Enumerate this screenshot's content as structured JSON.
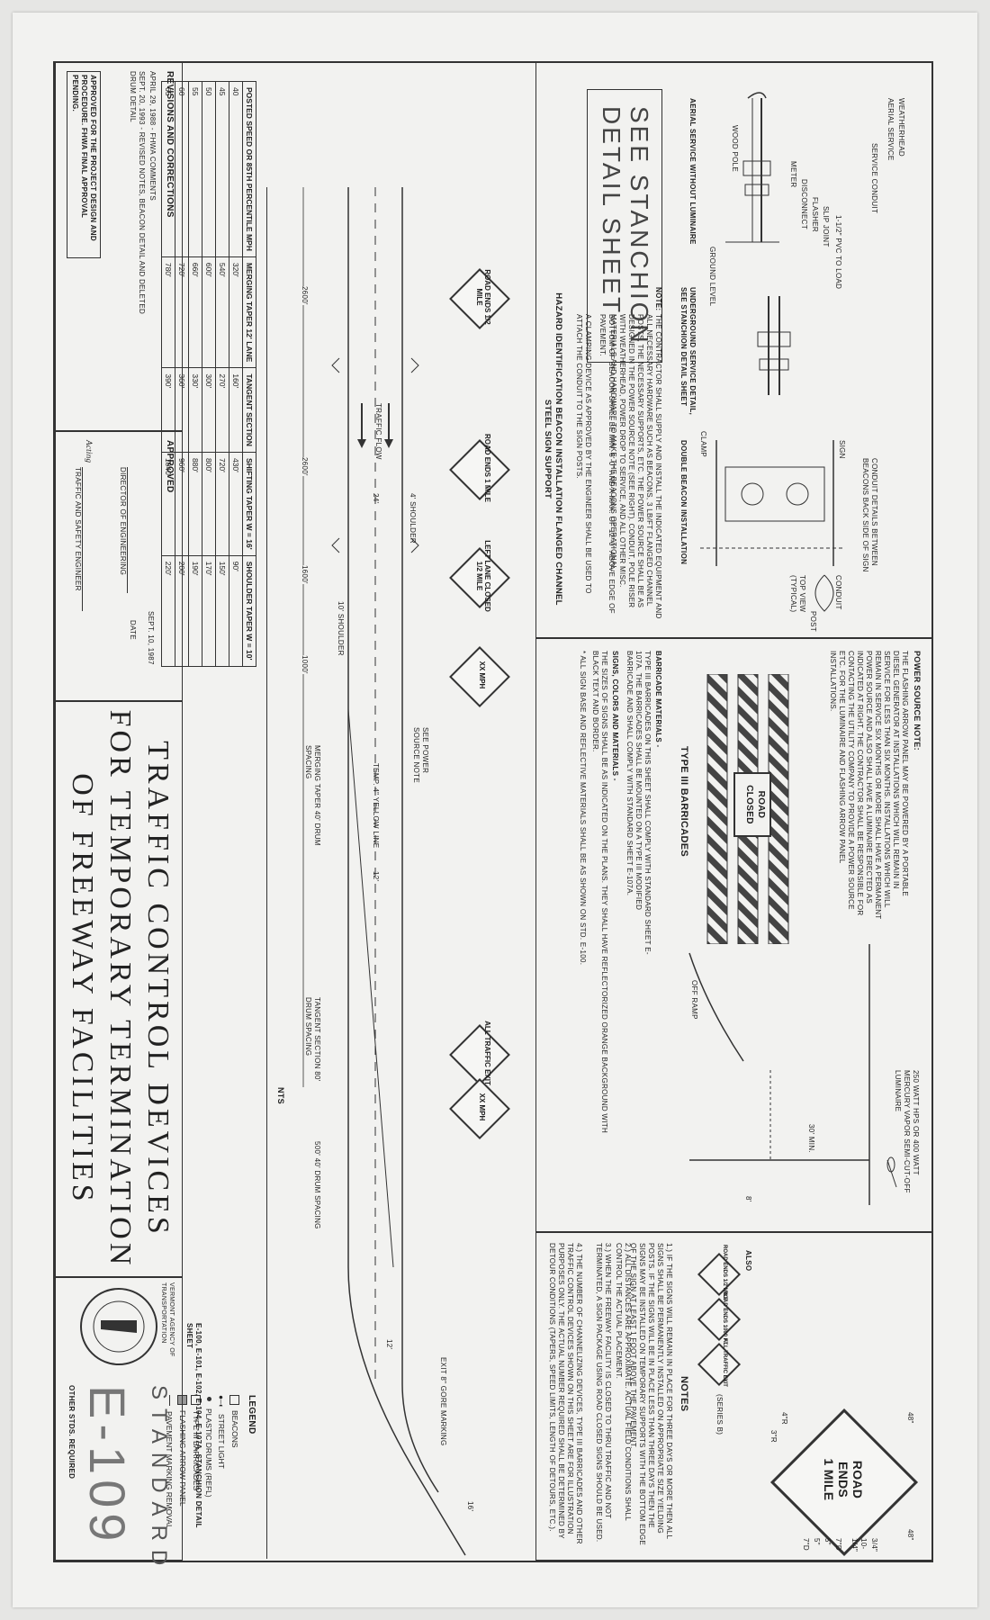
{
  "title": {
    "line1": "TRAFFIC CONTROL DEVICES",
    "line2": "FOR TEMPORARY TERMINATION",
    "line3": "OF FREEWAY FACILITIES"
  },
  "standard": {
    "label": "STANDARD",
    "number": "E-109"
  },
  "agency": {
    "name": "VERMONT AGENCY OF TRANSPORTATION"
  },
  "other_stds": {
    "label": "OTHER STDS. REQUIRED",
    "value": "E-100, E-101, E-102, E-104, E-107A, STANCHION DETAIL SHEET"
  },
  "revisions": {
    "header": "REVISIONS AND CORRECTIONS",
    "items": [
      "APRIL 29, 1988 - FHWA COMMENTS",
      "SEPT. 20, 1993 - REVISED NOTES, BEACON DETAIL AND DELETED DRUM DETAIL"
    ],
    "stamp": "APPROVED FOR THE PROJECT DESIGN AND PROCEDURE. FHWA FINAL APPROVAL PENDING."
  },
  "approval": {
    "header": "APPROVED",
    "date": "SEPT. 10, 1987",
    "date_label": "DATE",
    "sig1": "DIRECTOR OF ENGINEERING",
    "sig2": "TRAFFIC AND SAFETY ENGINEER",
    "acting": "Acting"
  },
  "speed_table": {
    "headers": [
      "POSTED SPEED OR 85TH PERCENTILE MPH",
      "MERGING TAPER 12' LANE",
      "TANGENT SECTION",
      "SHIFTING TAPER W = 16'",
      "SHOULDER TAPER W = 10'"
    ],
    "rows": [
      [
        "40",
        "320'",
        "160'",
        "430'",
        "90'"
      ],
      [
        "45",
        "540'",
        "270'",
        "720'",
        "150'"
      ],
      [
        "50",
        "600'",
        "300'",
        "800'",
        "170'"
      ],
      [
        "55",
        "660'",
        "330'",
        "880'",
        "190'"
      ],
      [
        "60",
        "720'",
        "360'",
        "960'",
        "200'"
      ],
      [
        "65",
        "780'",
        "390'",
        "1040'",
        "220'"
      ]
    ]
  },
  "stanchion": {
    "line1": "SEE STANCHION",
    "line2": "DETAIL SHEET"
  },
  "beacon": {
    "aerial": "AERIAL SERVICE WITHOUT LUMINAIRE",
    "underground": "UNDERGROUND SERVICE DETAIL, SEE STANCHION DETAIL SHEET",
    "double": "DOUBLE BEACON INSTALLATION",
    "labels": [
      "WEATHERHEAD",
      "AERIAL SERVICE",
      "SERVICE CONDUIT",
      "METER",
      "DISCONNECT",
      "FLASHER",
      "SLIP JOINT",
      "1-1/2\" PVC TO LOAD",
      "WOOD POLE",
      "GROUND LEVEL",
      "CONDUIT DETAILS BETWEEN BEACONS BACK SIDE OF SIGN",
      "CLAMP",
      "TOP VIEW (TYPICAL)",
      "CONDUIT",
      "POST",
      "SIGN"
    ],
    "note_title": "NOTE:",
    "note": "THE CONTRACTOR SHALL SUPPLY AND INSTALL THE INDICATED EQUIPMENT AND ALL NECESSARY HARDWARE SUCH AS BEACONS, 3 LB/FT FLANGED CHANNEL POSTS, THE NECESSARY SUPPORTS, ETC. THE POWER SOURCE SHALL BE AS DESIGNED IN THE POWER SOURCE NOTE (SEE RIGHT). CONDUIT, POLE RISER WITH WEATHERHEAD, POWER DROP TO SERVICE, AND ALL OTHER MISC. MATERIALS AND HARDWARE TO MAKE THE BEACONS OPERATIONAL.",
    "note2": "BOTTOM OF BEACON SHALL BE MIN. 8'-0\" AND A MAX. OF 12'-0\" ABOVE EDGE OF PAVEMENT.",
    "note3": "A CLAMPING DEVICE AS APPROVED BY THE ENGINEER SHALL BE USED TO ATTACH THE CONDUIT TO THE SIGN POSTS.",
    "caption": "HAZARD IDENTIFICATION BEACON INSTALLATION FLANGED CHANNEL STEEL SIGN SUPPORT"
  },
  "power": {
    "title": "POWER SOURCE NOTE:",
    "text": "THE FLASHING ARROW PANEL MAY BE POWERED BY A PORTABLE DIESEL GENERATOR AT INSTALLATIONS WHICH WILL REMAIN IN SERVICE FOR LESS THAN SIX MONTHS. INSTALLATIONS WHICH WILL REMAIN IN SERVICE SIX MONTHS OR MORE SHALL HAVE A PERMANENT POWER SOURCE AND ALSO SHALL HAVE A LUMINAIRE ERECTED AS INDICATED AT RIGHT. THE CONTRACTOR SHALL BE RESPONSIBLE FOR CONTACTING THE UTILITY COMPANY TO PROVIDE A POWER SOURCE ETC. FOR THE LUMINAIRE AND FLASHING ARROW PANEL INSTALLATIONS.",
    "lum": "250 WATT HPS OR 400 WATT MERCURY VAPOR SEMI-CUT-OFF LUMINAIRE",
    "dim1": "30' MIN.",
    "dim2": "8'",
    "offramp": "OFF RAMP"
  },
  "barricades": {
    "title": "TYPE III BARRICADES",
    "sign": "ROAD CLOSED",
    "materials_title": "BARRICADE MATERIALS -",
    "materials": "TYPE III BARRICADES ON THIS SHEET SHALL COMPLY WITH STANDARD SHEET E-107A. THE BARRICADES SHALL BE MOUNTED ON A TYPE III MODIFIED BARRICADE AND SHALL COMPLY WITH STANDARD SHEET E-107A.",
    "signs_title": "SIGNS, COLORS AND MATERIALS -",
    "signs": "THE SIZES OF SIGNS SHALL BE AS INDICATED ON THE PLANS. THEY SHALL HAVE REFLECTORIZED ORANGE BACKGROUND WITH BLACK TEXT AND BORDER.",
    "signs2": "* ALL SIGN BASE AND REFLECTIVE MATERIALS SHALL BE AS SHOWN ON STD. E-100."
  },
  "notes": {
    "title": "NOTES",
    "items": [
      "1.) IF THE SIGNS WILL REMAIN IN PLACE FOR THREE DAYS OR MORE THEN ALL SIGNS SHALL BE PERMANENTLY INSTALLED ON APPROPRIATE SIZE YIELDING POSTS. IF THE SIGNS WILL BE IN PLACE LESS THAN THREE DAYS THEN THE SIGNS MAY BE INSTALLED ON TEMPORARY SUPPORTS WITH THE BOTTOM EDGE OF THE SIGN AT LEAST 1 FOOT ABOVE THE PAVEMENT.",
      "2.) ALL DISTANCES ARE APPROXIMATE. ACTUAL FIELD CONDITIONS SHALL CONTROL THE ACTUAL PLACEMENT.",
      "3.) WHEN THE FREEWAY FACILITY IS CLOSED TO THRU TRAFFIC AND NOT TERMINATED, A SIGN PACKAGE USING ROAD CLOSED SIGNS SHOULD BE USED.",
      "4.) THE NUMBER OF CHANNELIZING DEVICES, TYPE III BARRICADES AND OTHER TRAFFIC CONTROL DEVICES SHOWN ON THIS SHEET ARE FOR ILLUSTRATION PURPOSES ONLY. THE ACTUAL NUMBER REQUIRED SHALL BE DETERMINED BY DETOUR CONDITIONS (TAPERS, SPEED LIMITS, LENGTH OF DETOURS, ETC.)."
    ],
    "big_sign": [
      "ROAD",
      "ENDS",
      "1 MILE"
    ],
    "dims": [
      "48\"",
      "48\"",
      "3/4\"",
      "10-1/4\"",
      "7\"D",
      "5\"",
      "5\"",
      "7\"D",
      "4\"R",
      "3\"R"
    ],
    "also": "ALSO",
    "series": "(SERIES B)",
    "small_signs": [
      "ROAD ENDS 1/2 MILE",
      "ROAD ENDS 1000 FT",
      "ALL TRAFFIC EXIT"
    ]
  },
  "legend": {
    "title": "LEGEND",
    "items": [
      "BEACONS",
      "STREET LIGHT",
      "PLASTIC DRUMS (REFL)",
      "TYPE III BARRICADES",
      "FLASHING ARROW PANEL",
      "PAVEMENT MARKING REMOVAL"
    ]
  },
  "plan": {
    "nts": "NTS",
    "signs": [
      "ROAD ENDS 1/2 MILE",
      "ROAD ENDS 1 MILE",
      "LEFT LANE CLOSED 1/2 MILE",
      "XX MPH",
      "ALL TRAFFIC EXIT",
      "XX MPH"
    ],
    "dims": [
      "2600'",
      "2600'",
      "1600'",
      "1000'"
    ],
    "labels": [
      "TRAFFIC FLOW",
      "4' SHOULDER",
      "24'",
      "10' SHOULDER",
      "SEE POWER SOURCE NOTE",
      "TEMP. 4\" YELLOW LINE",
      "12'",
      "MERGING TAPER 40' DRUM SPACING",
      "TANGENT SECTION 80' DRUM SPACING",
      "500' 40' DRUM SPACING",
      "EXIT 8\" GORE MARKING",
      "12'",
      "16'"
    ]
  }
}
